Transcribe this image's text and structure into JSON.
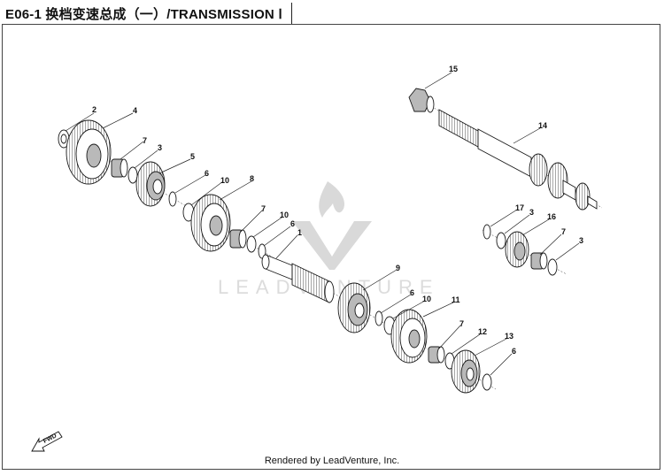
{
  "title": "E06-1 换档变速总成（一）/TRANSMISSION Ⅰ",
  "footer": "Rendered by LeadVenture, Inc.",
  "watermark": "LEADVENTURE",
  "fwd_label": "FWD",
  "callouts": [
    {
      "id": "c2a",
      "label": "2"
    },
    {
      "id": "c4",
      "label": "4"
    },
    {
      "id": "c7a",
      "label": "7"
    },
    {
      "id": "c3a",
      "label": "3"
    },
    {
      "id": "c5",
      "label": "5"
    },
    {
      "id": "c6a",
      "label": "6"
    },
    {
      "id": "c10a",
      "label": "10"
    },
    {
      "id": "c8",
      "label": "8"
    },
    {
      "id": "c7b",
      "label": "7"
    },
    {
      "id": "c10b",
      "label": "10"
    },
    {
      "id": "c6b",
      "label": "6"
    },
    {
      "id": "c1",
      "label": "1"
    },
    {
      "id": "c9",
      "label": "9"
    },
    {
      "id": "c6c",
      "label": "6"
    },
    {
      "id": "c10c",
      "label": "10"
    },
    {
      "id": "c11",
      "label": "11"
    },
    {
      "id": "c7c",
      "label": "7"
    },
    {
      "id": "c12",
      "label": "12"
    },
    {
      "id": "c13",
      "label": "13"
    },
    {
      "id": "c6d",
      "label": "6"
    },
    {
      "id": "c15",
      "label": "15"
    },
    {
      "id": "c14",
      "label": "14"
    },
    {
      "id": "c17",
      "label": "17"
    },
    {
      "id": "c3b",
      "label": "3"
    },
    {
      "id": "c16",
      "label": "16"
    },
    {
      "id": "c7d",
      "label": "7"
    },
    {
      "id": "c3c",
      "label": "3"
    }
  ]
}
